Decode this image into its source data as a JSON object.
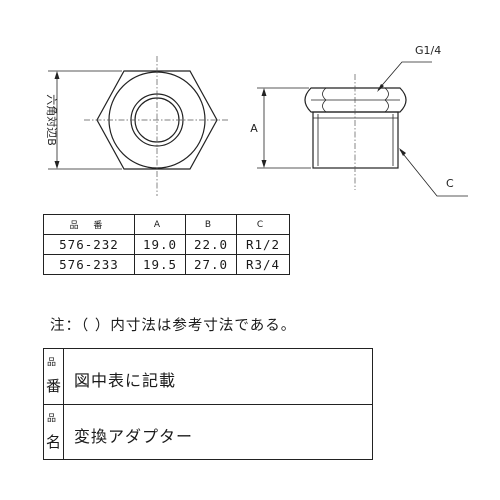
{
  "drawing": {
    "left_view": {
      "dimension_label": "六角対辺B"
    },
    "right_view": {
      "thread_label_top": "G1/4",
      "dimension_label_a": "A",
      "thread_label_c": "C"
    }
  },
  "spec_table": {
    "headers": [
      "品 番",
      "A",
      "B",
      "C"
    ],
    "rows": [
      [
        "576-232",
        "19.0",
        "22.0",
        "R1/2"
      ],
      [
        "576-233",
        "19.5",
        "27.0",
        "R3/4"
      ]
    ]
  },
  "note": "注：（ ）内寸法は参考寸法である。",
  "title_block": {
    "row1": {
      "key_small": "品",
      "key_big": "番",
      "value": "図中表に記載"
    },
    "row2": {
      "key_small": "品",
      "key_big": "名",
      "value": "変換アダプター"
    }
  }
}
